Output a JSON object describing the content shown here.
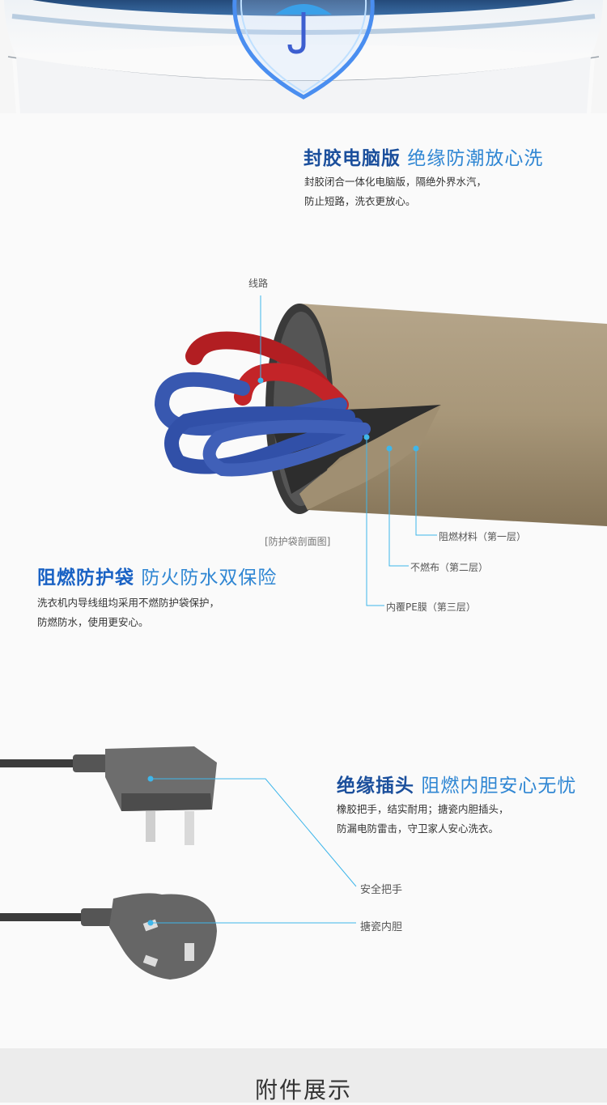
{
  "section1": {
    "title_bold": "封胶电脑版",
    "title_light": "绝缘防潮放心洗",
    "desc": [
      "封胶闭合一体化电脑版，隔绝外界水汽，",
      "防止短路，洗衣更放心。"
    ]
  },
  "section2": {
    "diagram_label_wire": "线路",
    "diagram_caption": "[防护袋剖面图]",
    "layers": [
      "阻燃材料（第一层）",
      "不燃布（第二层）",
      "内覆PE膜（第三层）"
    ],
    "title_bold": "阻燃防护袋",
    "title_light": "防火防水双保险",
    "desc": [
      "洗衣机内导线组均采用不燃防护袋保护，",
      "防燃防水，使用更安心。"
    ]
  },
  "section3": {
    "title_bold": "绝缘插头",
    "title_light": "阻燃内胆安心无忧",
    "desc": [
      "橡胶把手，结实耐用；搪瓷内胆插头，",
      "防漏电防雷击，守卫家人安心洗衣。"
    ],
    "callouts": [
      "安全把手",
      "搪瓷内胆"
    ]
  },
  "footer": {
    "title": "附件展示"
  },
  "colors": {
    "title_dark": "#1b4f9c",
    "title_light": "#2f86d3",
    "callout_line": "#3fb6ea"
  }
}
